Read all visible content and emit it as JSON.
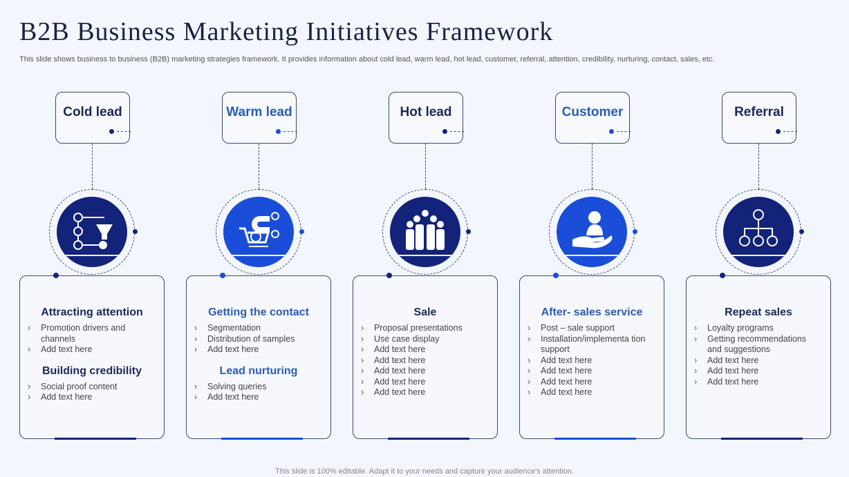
{
  "title": "B2B Business Marketing Initiatives Framework",
  "subtitle": "This slide shows business to business (B2B) marketing strategies framework. It provides information about cold lead, warm lead, hot lead, customer, referral, attention, credibility, nurturing, contact, sales, etc.",
  "footer": "This slide is 100% editable. Adapt it to your needs and capture your audience's attention.",
  "colors": {
    "dark": "#13237a",
    "bright": "#1a4ed8",
    "dark_text": "#1c2856",
    "blue_text": "#2a5cb3"
  },
  "columns": [
    {
      "label": "Cold lead",
      "icon": "funnel-icon",
      "theme": "dark",
      "sections": [
        {
          "heading": "Attracting attention",
          "items": [
            "Promotion drivers and channels",
            "Add text here"
          ]
        },
        {
          "heading": "Building credibility",
          "items": [
            "Social proof content",
            "Add text here"
          ]
        }
      ]
    },
    {
      "label": "Warm lead",
      "icon": "magnet-cart-icon",
      "theme": "bright",
      "sections": [
        {
          "heading": "Getting the contact",
          "items": [
            "Segmentation",
            "Distribution of samples",
            "Add text here"
          ]
        },
        {
          "heading": "Lead nurturing",
          "items": [
            "Solving queries",
            "Add text here"
          ]
        }
      ]
    },
    {
      "label": "Hot lead",
      "icon": "group-icon",
      "theme": "dark",
      "sections": [
        {
          "heading": "Sale",
          "items": [
            "Proposal presentations",
            "Use case display",
            "Add text here",
            "Add text here",
            "Add text here",
            "Add text here",
            "Add text here"
          ]
        }
      ]
    },
    {
      "label": "Customer",
      "icon": "hand-support-icon",
      "theme": "bright",
      "sections": [
        {
          "heading": "After- sales service",
          "items": [
            "Post – sale support",
            "Installation/implementa tion support",
            "Add text here",
            "Add text here",
            "Add text here",
            "Add text here"
          ]
        }
      ]
    },
    {
      "label": "Referral",
      "icon": "referral-network-icon",
      "theme": "dark",
      "sections": [
        {
          "heading": "Repeat sales",
          "items": [
            "Loyalty programs",
            "Getting recommendations and suggestions",
            "Add text here",
            "Add text here",
            "Add text here"
          ]
        }
      ]
    }
  ]
}
